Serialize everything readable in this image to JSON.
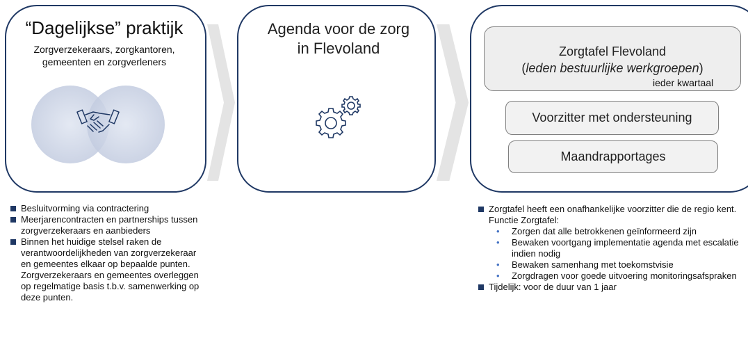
{
  "colors": {
    "panel_border": "#1f3864",
    "bullet": "#1f3864",
    "sub_bullet": "#4472c4",
    "arrow": "#e4e4e4",
    "box_fill": "#f2f2f2"
  },
  "panel1": {
    "title": "“Dagelijkse” praktijk",
    "subtitle_line1": "Zorgverzekeraars, zorgkantoren,",
    "subtitle_line2": "gemeenten en zorgverleners",
    "icon": "handshake-icon",
    "bullets": [
      "Besluitvorming via contractering",
      "Meerjarencontracten en partnerships tussen zorgverzekeraars en aanbieders",
      "Binnen het huidige stelsel raken de verantwoordelijkheden van zorgverzekeraar en gemeentes elkaar op bepaalde punten. Zorgverzekeraars en gemeentes overleggen op regelmatige basis t.b.v. samenwerking op deze punten."
    ]
  },
  "panel2": {
    "title_line1": "Agenda voor de zorg",
    "title_line2": "in Flevoland",
    "icon": "gears-icon"
  },
  "panel3": {
    "box1_line1": "Zorgtafel Flevoland",
    "box1_line2_open": "(",
    "box1_line2_em": "leden bestuurlijke werkgroepen",
    "box1_line2_close": ")",
    "box1_line3": "ieder kwartaal",
    "box2": "Voorzitter met ondersteuning",
    "box3": "Maandrapportages",
    "bullet1": "Zorgtafel heeft een onafhankelijke voorzitter die de regio kent. Functie Zorgtafel:",
    "sub_bullets": [
      "Zorgen dat alle betrokkenen geïnformeerd zijn",
      "Bewaken voortgang implementatie agenda met escalatie indien nodig",
      "Bewaken samenhang met toekomstvisie",
      "Zorgdragen voor goede uitvoering monitoringsafspraken"
    ],
    "bullet2": "Tijdelijk:  voor de duur van 1 jaar"
  }
}
